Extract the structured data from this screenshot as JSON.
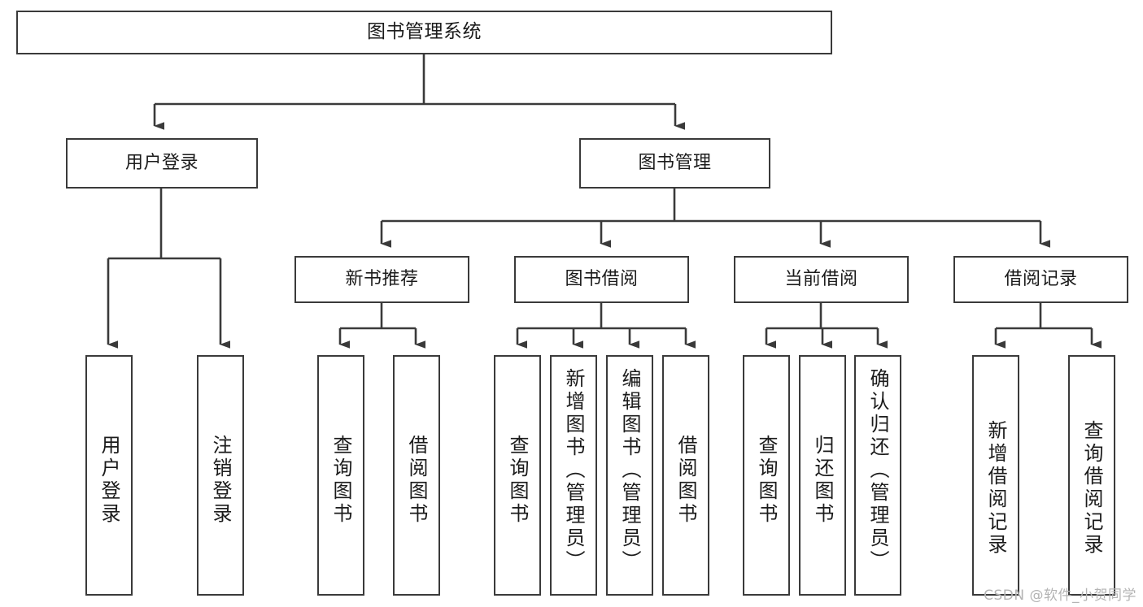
{
  "diagram": {
    "title": "图书管理系统",
    "type": "tree-hierarchy",
    "colors": {
      "box_border": "#3a3a3a",
      "box_fill": "#ffffff",
      "connector": "#3a3a3a",
      "text": "#1b1b1b",
      "watermark": "#b4b4b4",
      "background": "#ffffff"
    },
    "root": {
      "label": "图书管理系统"
    },
    "level2": [
      {
        "label": "用户登录"
      },
      {
        "label": "图书管理"
      }
    ],
    "level3": [
      {
        "label": "新书推荐"
      },
      {
        "label": "图书借阅"
      },
      {
        "label": "当前借阅"
      },
      {
        "label": "借阅记录"
      }
    ],
    "leaves": {
      "user_login": [
        {
          "label": "用户登录"
        },
        {
          "label": "注销登录"
        }
      ],
      "new_book_recommend": [
        {
          "label": "查询图书"
        },
        {
          "label": "借阅图书"
        }
      ],
      "book_borrow": [
        {
          "label": "查询图书"
        },
        {
          "label": "新增图书（管理员）"
        },
        {
          "label": "编辑图书（管理员）"
        },
        {
          "label": "借阅图书"
        }
      ],
      "current_borrow": [
        {
          "label": "查询图书"
        },
        {
          "label": "归还图书"
        },
        {
          "label": "确认归还（管理员）"
        }
      ],
      "borrow_record": [
        {
          "label": "新增借阅记录"
        },
        {
          "label": "查询借阅记录"
        }
      ]
    }
  },
  "watermark": {
    "text": "CSDN @软件_小贺同学"
  }
}
